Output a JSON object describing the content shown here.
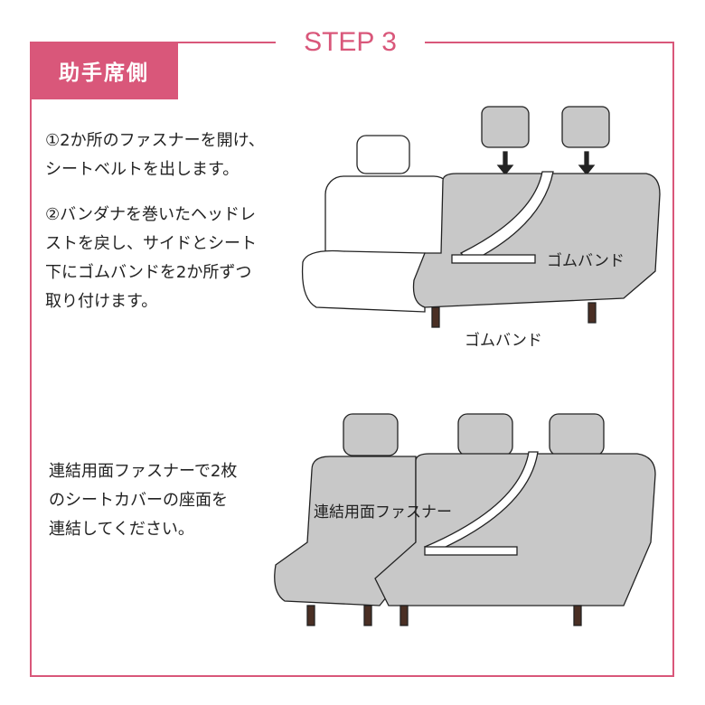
{
  "step": "STEP 3",
  "badge": "助手席側",
  "instructions": {
    "step1": [
      "①2か所のファスナーを開け、",
      "シートベルトを出します。"
    ],
    "step2": [
      "②バンダナを巻いたヘッドレ",
      "ストを戻し、サイドとシート",
      "下にゴムバンドを2か所ずつ",
      "取り付けます。"
    ],
    "connect": [
      "連結用面ファスナーで2枚",
      "のシートカバーの座面を",
      "連結してください。"
    ]
  },
  "labels": {
    "band_side": "ゴムバンド",
    "band_bottom": "ゴムバンド",
    "fastener": "連結用面ファスナー"
  },
  "colors": {
    "accent": "#d9577a",
    "cover": "#c8c8c8"
  }
}
